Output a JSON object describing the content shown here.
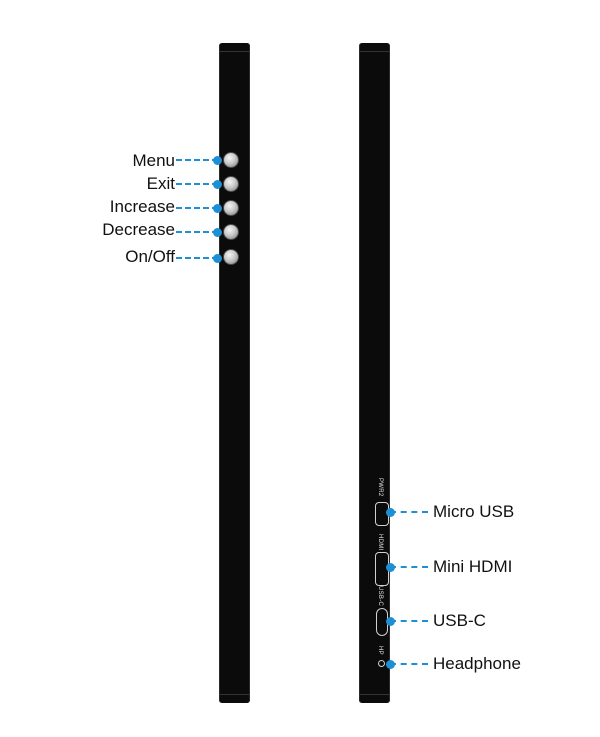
{
  "left_side": {
    "buttons": [
      {
        "label": "Menu"
      },
      {
        "label": "Exit"
      },
      {
        "label": "Increase"
      },
      {
        "label": "Decrease"
      },
      {
        "label": "On/Off"
      }
    ]
  },
  "right_side": {
    "ports": [
      {
        "label": "Micro USB",
        "marking": "PWR2"
      },
      {
        "label": "Mini HDMI",
        "marking": "HDMI"
      },
      {
        "label": "USB-C",
        "marking": "USB-C"
      },
      {
        "label": "Headphone",
        "marking": "HP"
      }
    ]
  },
  "colors": {
    "device": "#0b0b0b",
    "leader": "#1e8fd4"
  }
}
